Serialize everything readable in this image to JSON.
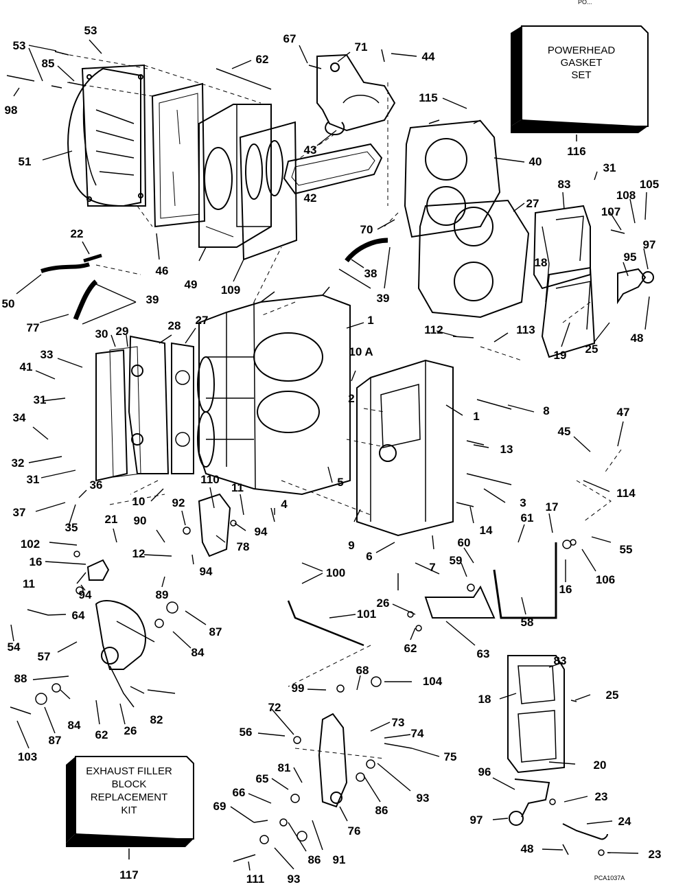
{
  "header_ref": "PO...",
  "drawing_ref": "PCA1037A",
  "kits": {
    "gasket": {
      "lines": [
        "POWERHEAD",
        "GASKET",
        "SET"
      ],
      "number": "116"
    },
    "exhaust": {
      "lines": [
        "EXHAUST FILLER",
        "BLOCK",
        "REPLACEMENT",
        "KIT"
      ],
      "number": "117"
    }
  },
  "callouts": [
    {
      "id": "c53a",
      "label": "53"
    },
    {
      "id": "c53b",
      "label": "53"
    },
    {
      "id": "c85",
      "label": "85"
    },
    {
      "id": "c98",
      "label": "98"
    },
    {
      "id": "c62a",
      "label": "62"
    },
    {
      "id": "c67",
      "label": "67"
    },
    {
      "id": "c71",
      "label": "71"
    },
    {
      "id": "c44",
      "label": "44"
    },
    {
      "id": "c115",
      "label": "115"
    },
    {
      "id": "c43",
      "label": "43"
    },
    {
      "id": "c40",
      "label": "40"
    },
    {
      "id": "c42",
      "label": "42"
    },
    {
      "id": "c51",
      "label": "51"
    },
    {
      "id": "c31a",
      "label": "31"
    },
    {
      "id": "c105",
      "label": "105"
    },
    {
      "id": "c83a",
      "label": "83"
    },
    {
      "id": "c108",
      "label": "108"
    },
    {
      "id": "c107",
      "label": "107"
    },
    {
      "id": "c27a",
      "label": "27"
    },
    {
      "id": "c70",
      "label": "70"
    },
    {
      "id": "c22",
      "label": "22"
    },
    {
      "id": "c97a",
      "label": "97"
    },
    {
      "id": "c95",
      "label": "95"
    },
    {
      "id": "c18a",
      "label": "18"
    },
    {
      "id": "c38",
      "label": "38"
    },
    {
      "id": "c46",
      "label": "46"
    },
    {
      "id": "c49",
      "label": "49"
    },
    {
      "id": "c109",
      "label": "109"
    },
    {
      "id": "c39a",
      "label": "39"
    },
    {
      "id": "c39b",
      "label": "39"
    },
    {
      "id": "c50",
      "label": "50"
    },
    {
      "id": "c77",
      "label": "77"
    },
    {
      "id": "c48a",
      "label": "48"
    },
    {
      "id": "c19",
      "label": "19"
    },
    {
      "id": "c25a",
      "label": "25"
    },
    {
      "id": "c1a",
      "label": "1"
    },
    {
      "id": "c112",
      "label": "112"
    },
    {
      "id": "c113",
      "label": "113"
    },
    {
      "id": "c28",
      "label": "28"
    },
    {
      "id": "c27b",
      "label": "27"
    },
    {
      "id": "c30",
      "label": "30"
    },
    {
      "id": "c29",
      "label": "29"
    },
    {
      "id": "c33",
      "label": "33"
    },
    {
      "id": "c10a",
      "label": "10 A"
    },
    {
      "id": "c41",
      "label": "41"
    },
    {
      "id": "c31b",
      "label": "31"
    },
    {
      "id": "c2",
      "label": "2"
    },
    {
      "id": "c8",
      "label": "8"
    },
    {
      "id": "c1b",
      "label": "1"
    },
    {
      "id": "c47",
      "label": "47"
    },
    {
      "id": "c34",
      "label": "34"
    },
    {
      "id": "c45",
      "label": "45"
    },
    {
      "id": "c13",
      "label": "13"
    },
    {
      "id": "c32",
      "label": "32"
    },
    {
      "id": "c31c",
      "label": "31"
    },
    {
      "id": "c110",
      "label": "110"
    },
    {
      "id": "c5",
      "label": "5"
    },
    {
      "id": "c114",
      "label": "114"
    },
    {
      "id": "c36",
      "label": "36"
    },
    {
      "id": "c10",
      "label": "10"
    },
    {
      "id": "c11a",
      "label": "11"
    },
    {
      "id": "c3",
      "label": "3"
    },
    {
      "id": "c37",
      "label": "37"
    },
    {
      "id": "c4",
      "label": "4"
    },
    {
      "id": "c35",
      "label": "35"
    },
    {
      "id": "c92",
      "label": "92"
    },
    {
      "id": "c17",
      "label": "17"
    },
    {
      "id": "c21",
      "label": "21"
    },
    {
      "id": "c90",
      "label": "90"
    },
    {
      "id": "c94a",
      "label": "94"
    },
    {
      "id": "c61",
      "label": "61"
    },
    {
      "id": "c14",
      "label": "14"
    },
    {
      "id": "c102",
      "label": "102"
    },
    {
      "id": "c78",
      "label": "78"
    },
    {
      "id": "c9",
      "label": "9"
    },
    {
      "id": "c55",
      "label": "55"
    },
    {
      "id": "c12",
      "label": "12"
    },
    {
      "id": "c16a",
      "label": "16"
    },
    {
      "id": "c94b",
      "label": "94"
    },
    {
      "id": "c6",
      "label": "6"
    },
    {
      "id": "c7",
      "label": "7"
    },
    {
      "id": "c60",
      "label": "60"
    },
    {
      "id": "c11b",
      "label": "11"
    },
    {
      "id": "c100",
      "label": "100"
    },
    {
      "id": "c59",
      "label": "59"
    },
    {
      "id": "c16b",
      "label": "16"
    },
    {
      "id": "c106",
      "label": "106"
    },
    {
      "id": "c94c",
      "label": "94"
    },
    {
      "id": "c89",
      "label": "89"
    },
    {
      "id": "c64",
      "label": "64"
    },
    {
      "id": "c101",
      "label": "101"
    },
    {
      "id": "c26a",
      "label": "26"
    },
    {
      "id": "c58",
      "label": "58"
    },
    {
      "id": "c87a",
      "label": "87"
    },
    {
      "id": "c54",
      "label": "54"
    },
    {
      "id": "c84a",
      "label": "84"
    },
    {
      "id": "c57",
      "label": "57"
    },
    {
      "id": "c62b",
      "label": "62"
    },
    {
      "id": "c63",
      "label": "63"
    },
    {
      "id": "c88",
      "label": "88"
    },
    {
      "id": "c68",
      "label": "68"
    },
    {
      "id": "c104",
      "label": "104"
    },
    {
      "id": "c83b",
      "label": "83"
    },
    {
      "id": "c99",
      "label": "99"
    },
    {
      "id": "c25b",
      "label": "25"
    },
    {
      "id": "c18b",
      "label": "18"
    },
    {
      "id": "c82",
      "label": "82"
    },
    {
      "id": "c84b",
      "label": "84"
    },
    {
      "id": "c72",
      "label": "72"
    },
    {
      "id": "c73",
      "label": "73"
    },
    {
      "id": "c62c",
      "label": "62"
    },
    {
      "id": "c26b",
      "label": "26"
    },
    {
      "id": "c87b",
      "label": "87"
    },
    {
      "id": "c56",
      "label": "56"
    },
    {
      "id": "c74",
      "label": "74"
    },
    {
      "id": "c75",
      "label": "75"
    },
    {
      "id": "c103",
      "label": "103"
    },
    {
      "id": "c81",
      "label": "81"
    },
    {
      "id": "c20",
      "label": "20"
    },
    {
      "id": "c65",
      "label": "65"
    },
    {
      "id": "c96",
      "label": "96"
    },
    {
      "id": "c93a",
      "label": "93"
    },
    {
      "id": "c86a",
      "label": "86"
    },
    {
      "id": "c23a",
      "label": "23"
    },
    {
      "id": "c66",
      "label": "66"
    },
    {
      "id": "c69",
      "label": "69"
    },
    {
      "id": "c76",
      "label": "76"
    },
    {
      "id": "c97b",
      "label": "97"
    },
    {
      "id": "c24",
      "label": "24"
    },
    {
      "id": "c86b",
      "label": "86"
    },
    {
      "id": "c91",
      "label": "91"
    },
    {
      "id": "c48b",
      "label": "48"
    },
    {
      "id": "c23b",
      "label": "23"
    },
    {
      "id": "c111",
      "label": "111"
    },
    {
      "id": "c93b",
      "label": "93"
    }
  ]
}
